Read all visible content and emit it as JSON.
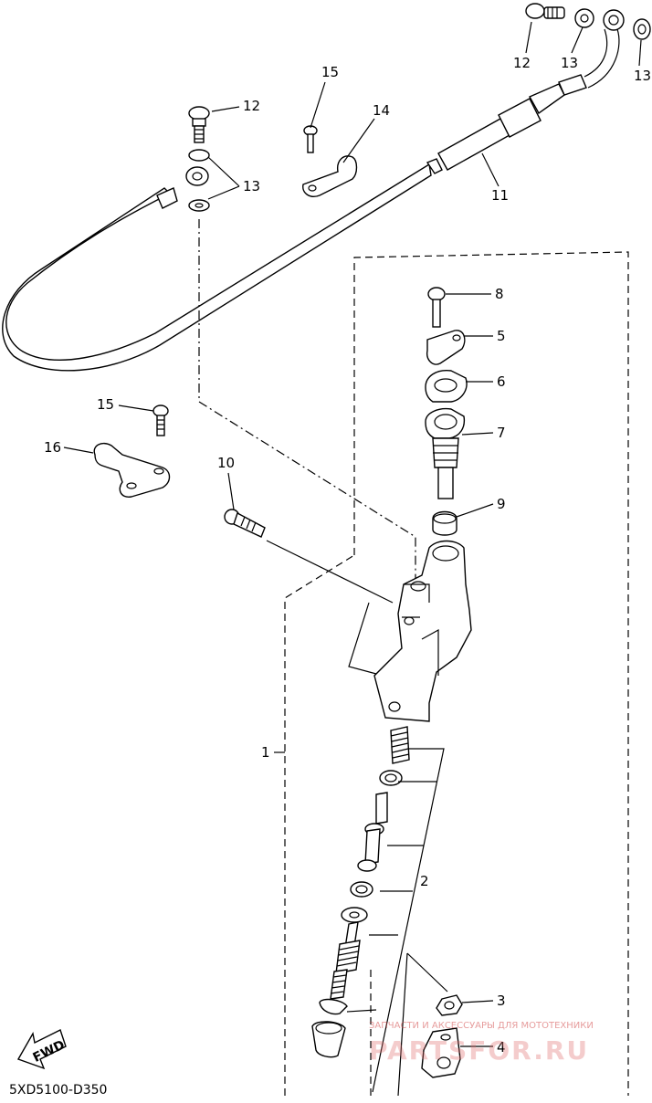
{
  "diagram_code": "5XD5100-D350",
  "fwd_label": "FWD",
  "watermark": {
    "line1": "ЗАПЧАСТИ И АКСЕССУАРЫ ДЛЯ МОТОТЕХНИКИ",
    "line2": "PARTSFOR.RU"
  },
  "callouts": {
    "c1": "1",
    "c2": "2",
    "c3": "3",
    "c4": "4",
    "c5": "5",
    "c6": "6",
    "c7": "7",
    "c8": "8",
    "c9": "9",
    "c10": "10",
    "c11": "11",
    "c12a": "12",
    "c12b": "12",
    "c13a": "13",
    "c13b": "13",
    "c13c": "13",
    "c14": "14",
    "c15a": "15",
    "c15b": "15",
    "c16": "16"
  }
}
